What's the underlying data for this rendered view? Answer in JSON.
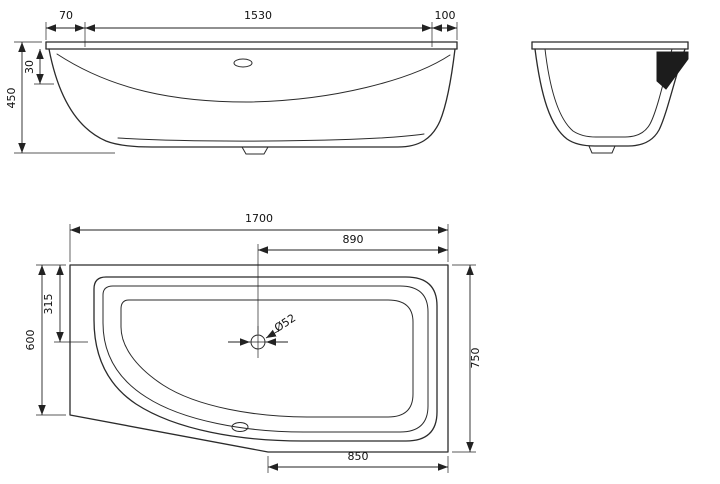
{
  "side_view": {
    "top_left": "70",
    "top_middle": "1530",
    "top_right": "100",
    "height": "450",
    "rim_height": "30"
  },
  "plan_view": {
    "overall_length": "1700",
    "drain_to_right_end": "890",
    "left_width": "600",
    "top_to_drain": "315",
    "right_width": "750",
    "bottom_length": "850",
    "drain_diameter": "Ø52"
  }
}
